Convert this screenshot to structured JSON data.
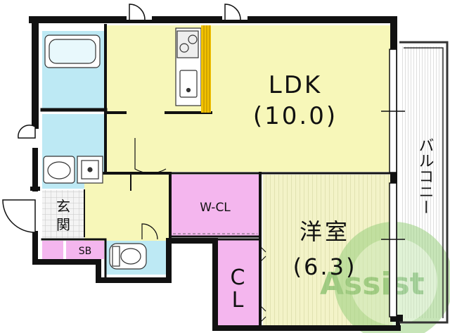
{
  "rooms": {
    "ldk": {
      "name": "LDK",
      "size": "(10.0)"
    },
    "western_room": {
      "name": "洋室",
      "size": "(6.3)"
    },
    "walk_in_closet": {
      "name": "W-CL"
    },
    "closet": {
      "name_line1": "C",
      "name_line2": "L"
    },
    "entrance": {
      "name_line1": "玄",
      "name_line2": "関"
    },
    "shoe_box": {
      "name": "SB"
    },
    "balcony": {
      "name": "バルコニー"
    }
  },
  "watermark": {
    "text": "Assist"
  },
  "colors": {
    "ldk": "#f7f7b9",
    "western_room": "#f3f3c8",
    "wet_area": "#bde9f4",
    "closet": "#f4b6ee",
    "wall": "#111111",
    "stove_accent": "#f2c200",
    "watermark": "#7cc46d"
  }
}
